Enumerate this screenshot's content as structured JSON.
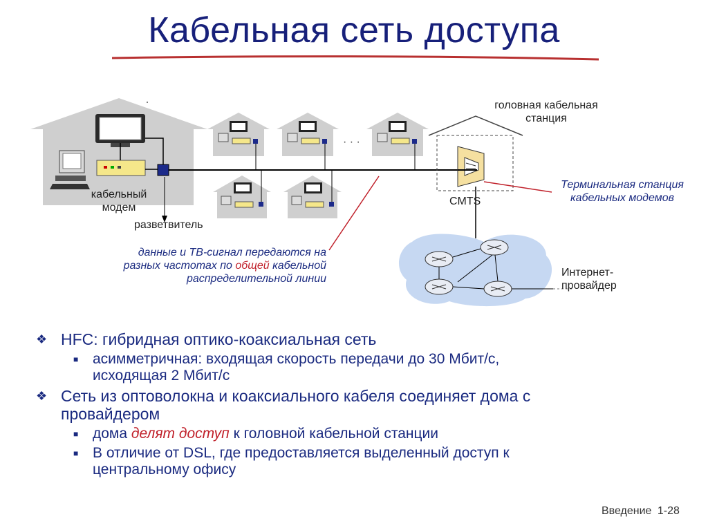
{
  "slide": {
    "title": "Кабельная сеть доступа"
  },
  "diagram": {
    "headend_label": "головная кабельная\nстанция",
    "cable_modem_label": "кабельный\nмодем",
    "splitter_label": "разветвитель",
    "dots_label": "· · ·",
    "cmts_label": "CMTS",
    "cmts_desc": "Терминальная станция\nкабельных модемов",
    "signal_desc_1": "данные и ТВ-сигнал передаются на",
    "signal_desc_2a": "разных частотах по ",
    "signal_desc_2b": "общей",
    "signal_desc_2c": " кабельной",
    "signal_desc_3": "распределительной линии",
    "isp_label": "Интернет-\nпровайдер"
  },
  "bullets": {
    "b1": "HFC: гибридная оптико-коаксиальная сеть",
    "b1_1": "асимметричная: входящая скорость передачи до 30 Мбит/с,",
    "b1_1b": "исходящая 2 Мбит/с",
    "b2a": "Сеть",
    "b2b": " из оптоволокна и коаксиального кабеля соединяет дома с",
    "b2c": "провайдером",
    "b2_1a": "дома ",
    "b2_1b": "делят доступ",
    "b2_1c": " к головной кабельной станции",
    "b2_2": "В отличие от DSL, где предоставляется выделенный доступ к",
    "b2_2b": "центральному офису"
  },
  "footer": {
    "section": "Введение",
    "page": "1-28"
  },
  "colors": {
    "title": "#17207a",
    "text": "#1a2a80",
    "accent_red": "#c0202a",
    "house": "#c8c8c8",
    "cloud": "#c6d8f2"
  }
}
